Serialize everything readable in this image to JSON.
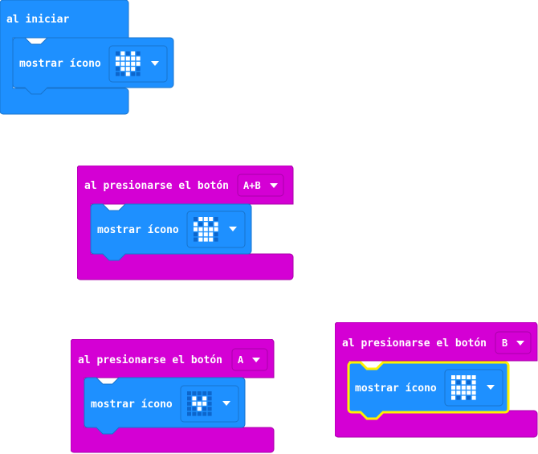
{
  "colors": {
    "basic_block": "#1e90ff",
    "basic_block_stroke": "#1873cc",
    "input_block": "#d400d4",
    "input_block_stroke": "#aa00aa",
    "led_on": "#ffffff",
    "led_off": "#0d66cc",
    "selection_outline": "#fff200"
  },
  "blocks": {
    "on_start": {
      "label": "al iniciar",
      "statement": {
        "label": "mostrar ícono",
        "icon": "heart-icon",
        "leds": [
          [
            0,
            1,
            0,
            1,
            0
          ],
          [
            1,
            1,
            1,
            1,
            1
          ],
          [
            1,
            1,
            1,
            1,
            1
          ],
          [
            0,
            1,
            1,
            1,
            0
          ],
          [
            0,
            0,
            1,
            0,
            0
          ]
        ]
      }
    },
    "button_ab": {
      "label": "al presionarse el botón",
      "button": "A+B",
      "statement": {
        "label": "mostrar ícono",
        "icon": "skull-icon",
        "leds": [
          [
            0,
            1,
            1,
            1,
            0
          ],
          [
            1,
            0,
            1,
            0,
            1
          ],
          [
            1,
            1,
            1,
            1,
            1
          ],
          [
            0,
            1,
            1,
            1,
            0
          ],
          [
            0,
            1,
            1,
            1,
            0
          ]
        ]
      }
    },
    "button_a": {
      "label": "al presionarse el botón",
      "button": "A",
      "statement": {
        "label": "mostrar ícono",
        "icon": "small-heart-icon",
        "leds": [
          [
            0,
            0,
            0,
            0,
            0
          ],
          [
            0,
            1,
            0,
            1,
            0
          ],
          [
            0,
            1,
            1,
            1,
            0
          ],
          [
            0,
            0,
            1,
            0,
            0
          ],
          [
            0,
            0,
            0,
            0,
            0
          ]
        ]
      }
    },
    "button_b": {
      "label": "al presionarse el botón",
      "button": "B",
      "statement": {
        "label": "mostrar ícono",
        "icon": "ghost-icon",
        "leds": [
          [
            1,
            1,
            1,
            1,
            1
          ],
          [
            1,
            0,
            1,
            0,
            1
          ],
          [
            1,
            1,
            1,
            1,
            1
          ],
          [
            1,
            1,
            1,
            1,
            1
          ],
          [
            1,
            0,
            1,
            0,
            1
          ]
        ]
      }
    }
  }
}
